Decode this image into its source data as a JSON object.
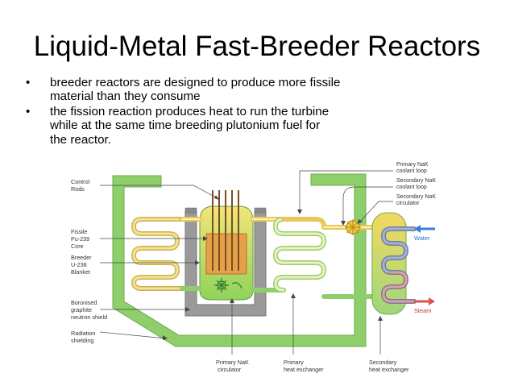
{
  "slide": {
    "title": "Liquid-Metal Fast-Breeder Reactors",
    "bullets": [
      {
        "line1": "breeder reactors are designed to produce more fissile",
        "line2": "material than they consume",
        "line3": ""
      },
      {
        "line1": "the fission reaction produces heat to run the turbine",
        "line2": "while at the same time breeding plutonium fuel for",
        "line3": "the reactor."
      }
    ]
  },
  "diagram": {
    "labels": {
      "control_rods": [
        "Control",
        "Rods"
      ],
      "fissile_core": [
        "Fissile",
        "Pu-239",
        "Core"
      ],
      "breeder_blanket": [
        "Breeder",
        "U-238",
        "Blanket"
      ],
      "boronised_shield": [
        "Boronised",
        "graphite",
        "neutron shield"
      ],
      "radiation_shielding": [
        "Radiation",
        "shielding"
      ],
      "primary_coolant_loop": [
        "Primary NaK",
        "coolant loop"
      ],
      "secondary_coolant_loop": [
        "Secondary NaK",
        "coolant loop"
      ],
      "secondary_circulator": [
        "Secondary NaK",
        "circulator"
      ],
      "water": "Water",
      "steam": "Steam",
      "primary_circulator": [
        "Primary NaK",
        "circulator"
      ],
      "primary_heat_exchanger": [
        "Primary",
        "heat exchanger"
      ],
      "secondary_heat_exchanger": [
        "Secondary",
        "heat exchanger"
      ]
    },
    "colors": {
      "radiation_shield": "#8fcf6b",
      "graphite_shield": "#9a9a9a",
      "reactor_vessel": "#8fd35a",
      "hot_loop": "#e8c85a",
      "cold_loop": "#8fcf6b",
      "water_arrow": "#3b7ddd",
      "steam_arrow": "#d9534f"
    }
  }
}
